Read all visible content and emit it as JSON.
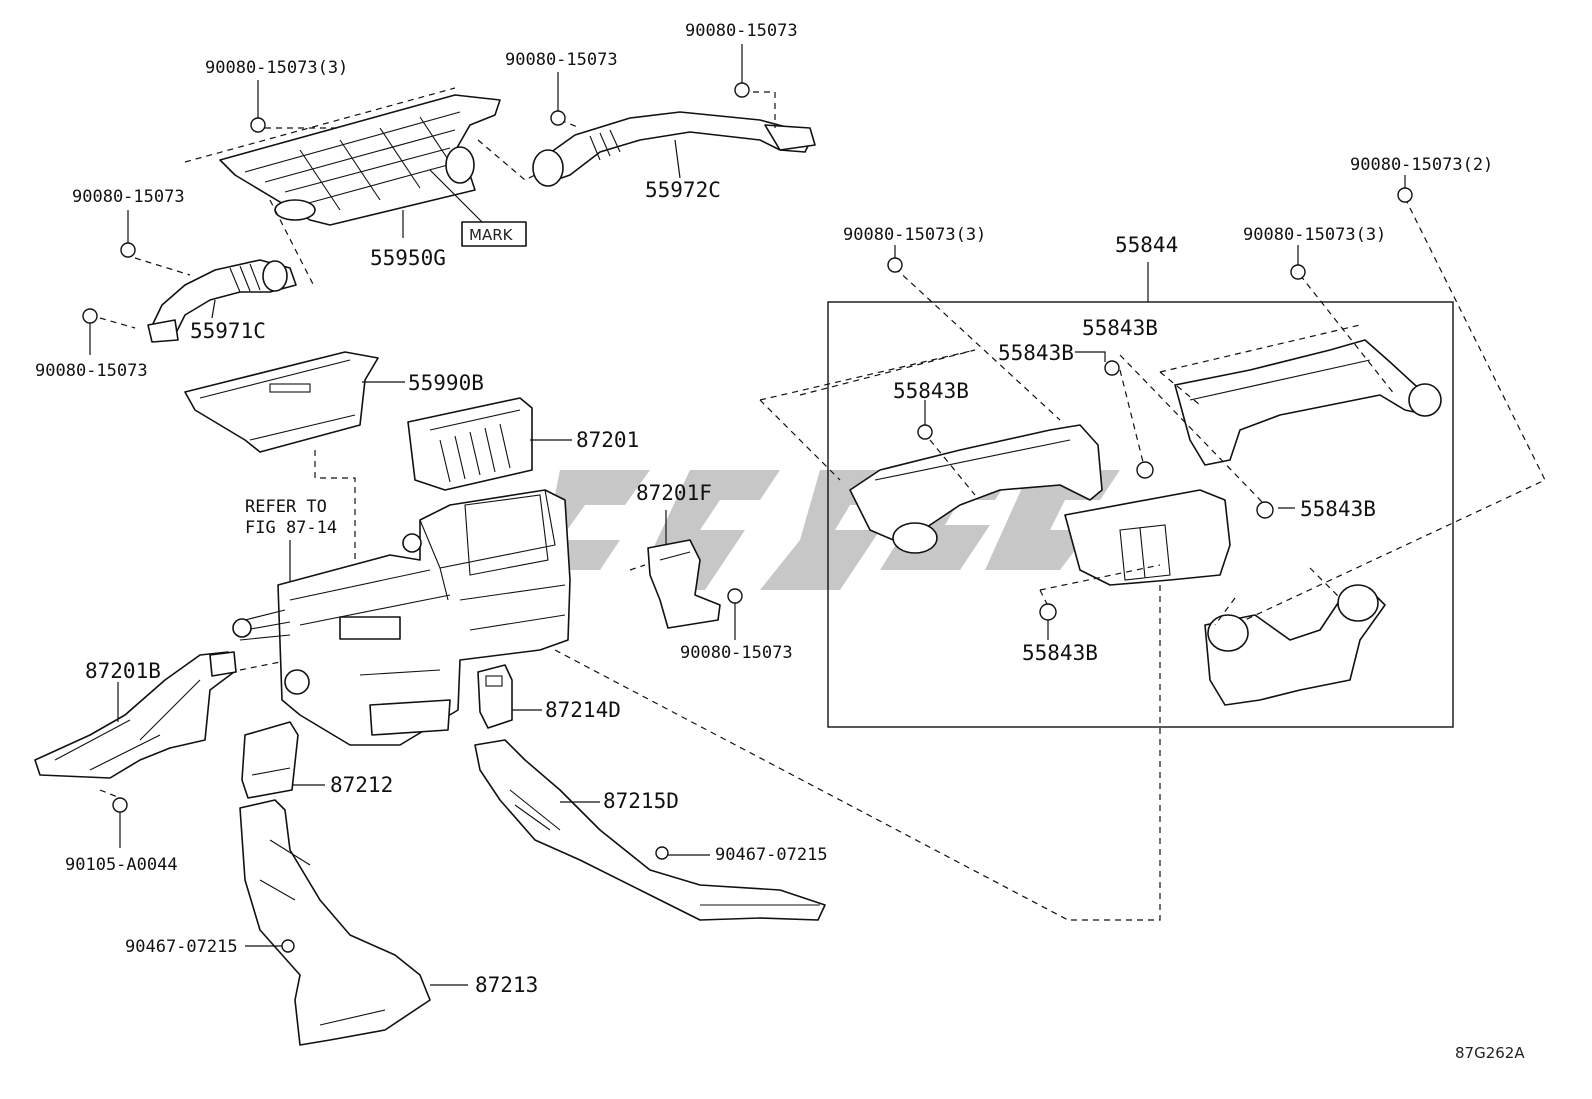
{
  "labels": {
    "bolt_top_left": "90080-15073(3)",
    "bolt_top_mid": "90080-15073",
    "bolt_top_right": "90080-15073",
    "part_55972c": "55972C",
    "part_55950g": "55950G",
    "mark": "MARK",
    "bolt_left_upper": "90080-15073",
    "part_55971c": "55971C",
    "bolt_left_lower": "90080-15073",
    "part_55990b": "55990B",
    "part_87201": "87201",
    "refer_line1": "REFER TO",
    "refer_line2": "FIG 87-14",
    "part_87201f": "87201F",
    "bolt_87201f": "90080-15073",
    "part_87201b": "87201B",
    "part_87214d": "87214D",
    "part_87212": "87212",
    "part_87215d": "87215D",
    "clip_87215d": "90467-07215",
    "screw_87201b": "90105-A0044",
    "clip_87213": "90467-07215",
    "part_87213": "87213",
    "bolt_right_a": "90080-15073(3)",
    "part_55844": "55844",
    "bolt_right_b": "90080-15073(3)",
    "bolt_right_c": "90080-15073(2)",
    "part_55843b_1": "55843B",
    "part_55843b_2": "55843B",
    "part_55843b_3": "55843B",
    "part_55843b_4": "55843B",
    "part_55843b_5": "55843B",
    "figure_code": "87G262A"
  },
  "colors": {
    "line": "#111111",
    "background": "#ffffff",
    "watermark": "#9a9a9a"
  }
}
